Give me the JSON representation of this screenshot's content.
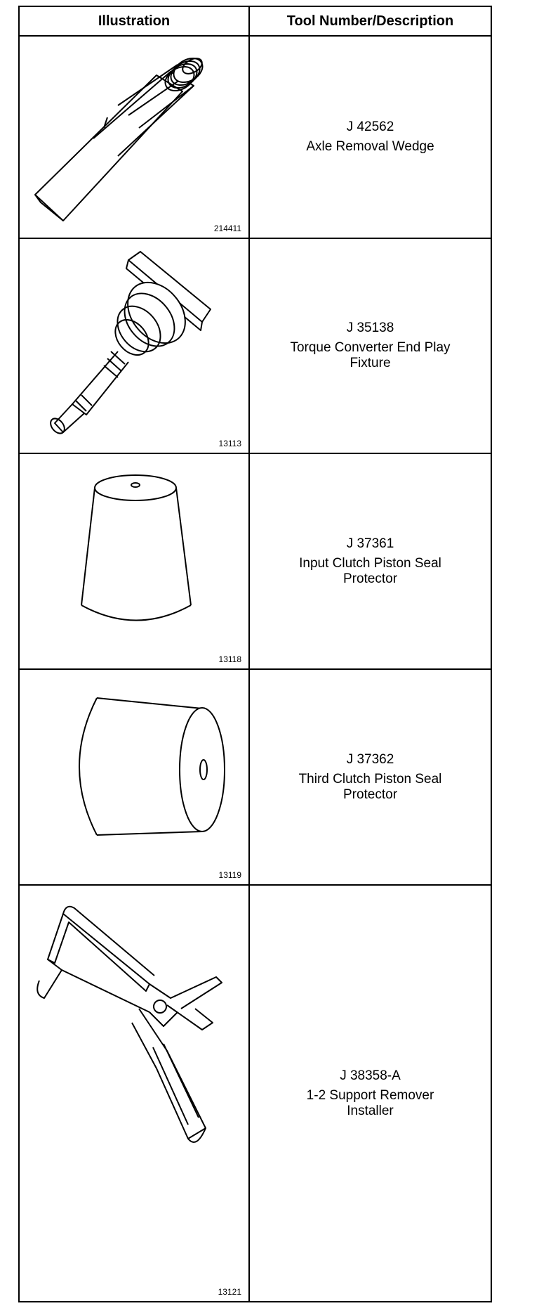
{
  "headers": {
    "illustration": "Illustration",
    "tool": "Tool Number/Description"
  },
  "rows": [
    {
      "number": "J 42562",
      "description": "Axle Removal Wedge",
      "figure": "214411",
      "icon": "axle-removal-wedge-icon"
    },
    {
      "number": "J 35138",
      "description": "Torque Converter End Play\nFixture",
      "figure": "13113",
      "icon": "end-play-fixture-icon"
    },
    {
      "number": "J 37361",
      "description": "Input Clutch Piston Seal\nProtector",
      "figure": "13118",
      "icon": "seal-protector-cone-icon"
    },
    {
      "number": "J 37362",
      "description": "Third Clutch Piston Seal\nProtector",
      "figure": "13119",
      "icon": "seal-protector-cylinder-icon"
    },
    {
      "number": "J 38358-A",
      "description": "1-2 Support Remover\nInstaller",
      "figure": "13121",
      "icon": "support-remover-installer-icon"
    }
  ]
}
